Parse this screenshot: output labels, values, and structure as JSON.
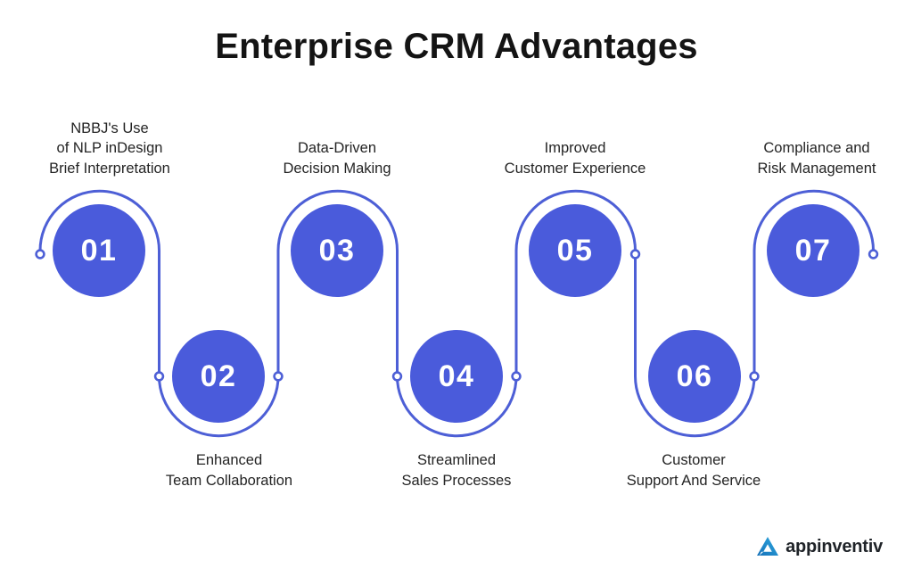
{
  "page": {
    "title": "Enterprise CRM Advantages",
    "background": "#ffffff"
  },
  "colors": {
    "circle_fill": "#4a5bdb",
    "connector_line": "#4d5fd6",
    "connector_dot_fill": "#ffffff",
    "title_text": "#141414",
    "label_text": "#242424",
    "number_text": "#ffffff",
    "logo_accent": "#1b8fd2"
  },
  "steps": [
    {
      "number": "01",
      "position": "top",
      "label": "NBBJ's Use\nof NLP inDesign\nBrief Interpretation"
    },
    {
      "number": "02",
      "position": "bottom",
      "label": "Enhanced\nTeam Collaboration"
    },
    {
      "number": "03",
      "position": "top",
      "label": "Data-Driven\nDecision Making"
    },
    {
      "number": "04",
      "position": "bottom",
      "label": "Streamlined\nSales Processes"
    },
    {
      "number": "05",
      "position": "top",
      "label": "Improved\nCustomer Experience"
    },
    {
      "number": "06",
      "position": "bottom",
      "label": "Customer\nSupport And Service"
    },
    {
      "number": "07",
      "position": "top",
      "label": "Compliance and\nRisk Management"
    }
  ],
  "footer": {
    "logo_text": "appinventiv"
  }
}
